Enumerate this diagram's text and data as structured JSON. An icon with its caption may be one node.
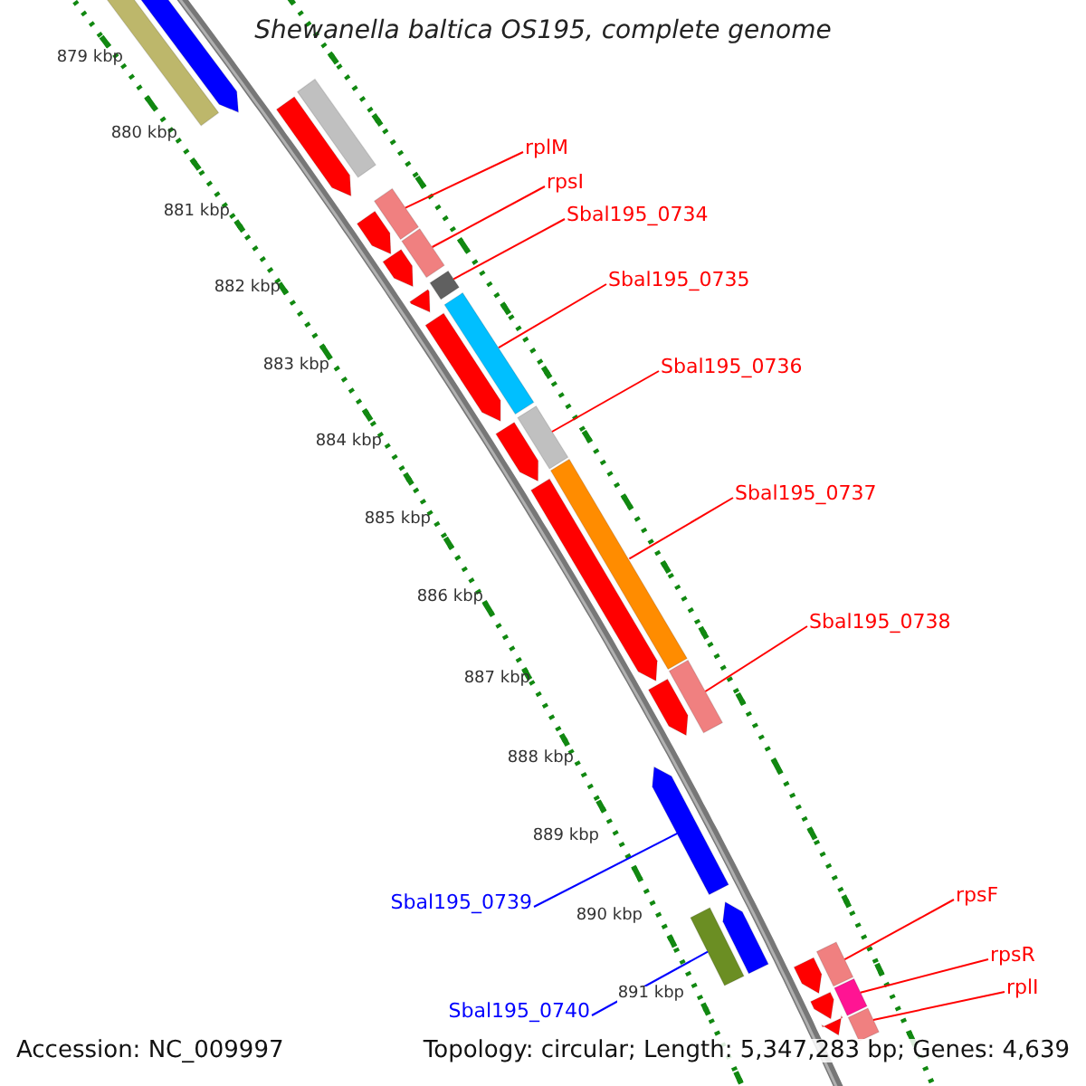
{
  "diagram": {
    "title": "Shewanella baltica OS195, complete genome",
    "nodes": [
      {
        "text": [
          "rplM"
        ]
      },
      {
        "text": [
          "rpsI"
        ]
      },
      {
        "text": [
          "Sbal195_0734"
        ]
      },
      {
        "text": [
          "Sbal195_0735"
        ]
      },
      {
        "text": [
          "Sbal195_0736"
        ]
      },
      {
        "text": [
          "Sbal195_0737"
        ]
      },
      {
        "text": [
          "Sbal195_0738"
        ]
      },
      {
        "text": [
          "rpsF"
        ]
      },
      {
        "text": [
          "Sbal195_0739"
        ]
      },
      {
        "text": [
          "rpsR"
        ]
      },
      {
        "text": [
          "rplI"
        ]
      },
      {
        "text": [
          "Sbal195_0740"
        ]
      },
      {
        "text": [],
        "shape": "box"
      },
      {
        "text": [],
        "shape": "box"
      },
      {
        "text": [],
        "shape": "box"
      },
      {
        "text": [],
        "shape": "box"
      },
      {
        "text": [],
        "shape": "box"
      },
      {
        "text": [],
        "shape": "box"
      },
      {
        "text": [],
        "shape": "box"
      },
      {
        "text": [],
        "shape": "box"
      },
      {
        "text": [],
        "shape": "arrow"
      },
      {
        "text": [],
        "shape": "box"
      },
      {
        "text": [],
        "shape": "box"
      },
      {
        "text": [],
        "shape": "box"
      },
      {
        "text": [],
        "shape": "box"
      },
      {
        "text": [],
        "shape": "arrow"
      },
      {
        "text": [],
        "shape": "box"
      },
      {
        "text": [],
        "shape": "arrow"
      },
      {
        "text": [],
        "shape": "arrow"
      },
      {
        "text": [],
        "shape": "arrow"
      },
      {
        "text": [],
        "shape": "arrow"
      },
      {
        "text": [],
        "shape": "arrow"
      },
      {
        "text": [],
        "shape": "arrow"
      },
      {
        "text": [],
        "shape": "arrow"
      },
      {
        "text": [],
        "shape": "arrow"
      },
      {
        "text": [],
        "shape": "arrow"
      },
      {
        "text": [],
        "shape": "arrow"
      },
      {
        "text": [],
        "shape": "arrow"
      },
      {
        "text": [],
        "shape": "arrow"
      }
    ],
    "edges": [
      {
        "from": 0,
        "to": 12,
        "arrow": "none"
      },
      {
        "from": 1,
        "to": 13,
        "arrow": "none"
      },
      {
        "from": 2,
        "to": 14,
        "arrow": "none"
      },
      {
        "from": 3,
        "to": 15,
        "arrow": "none"
      },
      {
        "from": 4,
        "to": 16,
        "arrow": "none"
      },
      {
        "from": 5,
        "to": 17,
        "arrow": "none"
      },
      {
        "from": 6,
        "to": 18,
        "arrow": "none"
      },
      {
        "from": 7,
        "to": 19,
        "arrow": "none"
      },
      {
        "from": 8,
        "to": 20,
        "arrow": "none",
        "color": "#0000ff"
      },
      {
        "from": 9,
        "to": 21,
        "arrow": "none"
      },
      {
        "from": 10,
        "to": 22,
        "arrow": "none"
      },
      {
        "from": 11,
        "to": 23,
        "arrow": "none",
        "color": "#0000ff"
      }
    ],
    "labels": [
      "879 kbp",
      "880 kbp",
      "881 kbp",
      "882 kbp",
      "883 kbp",
      "884 kbp",
      "885 kbp",
      "886 kbp",
      "887 kbp",
      "888 kbp",
      "889 kbp",
      "890 kbp",
      "891 kbp",
      "Accession: NC_009997",
      "Topology: circular; Length: 5,347,283 bp; Genes: 4,639"
    ]
  }
}
